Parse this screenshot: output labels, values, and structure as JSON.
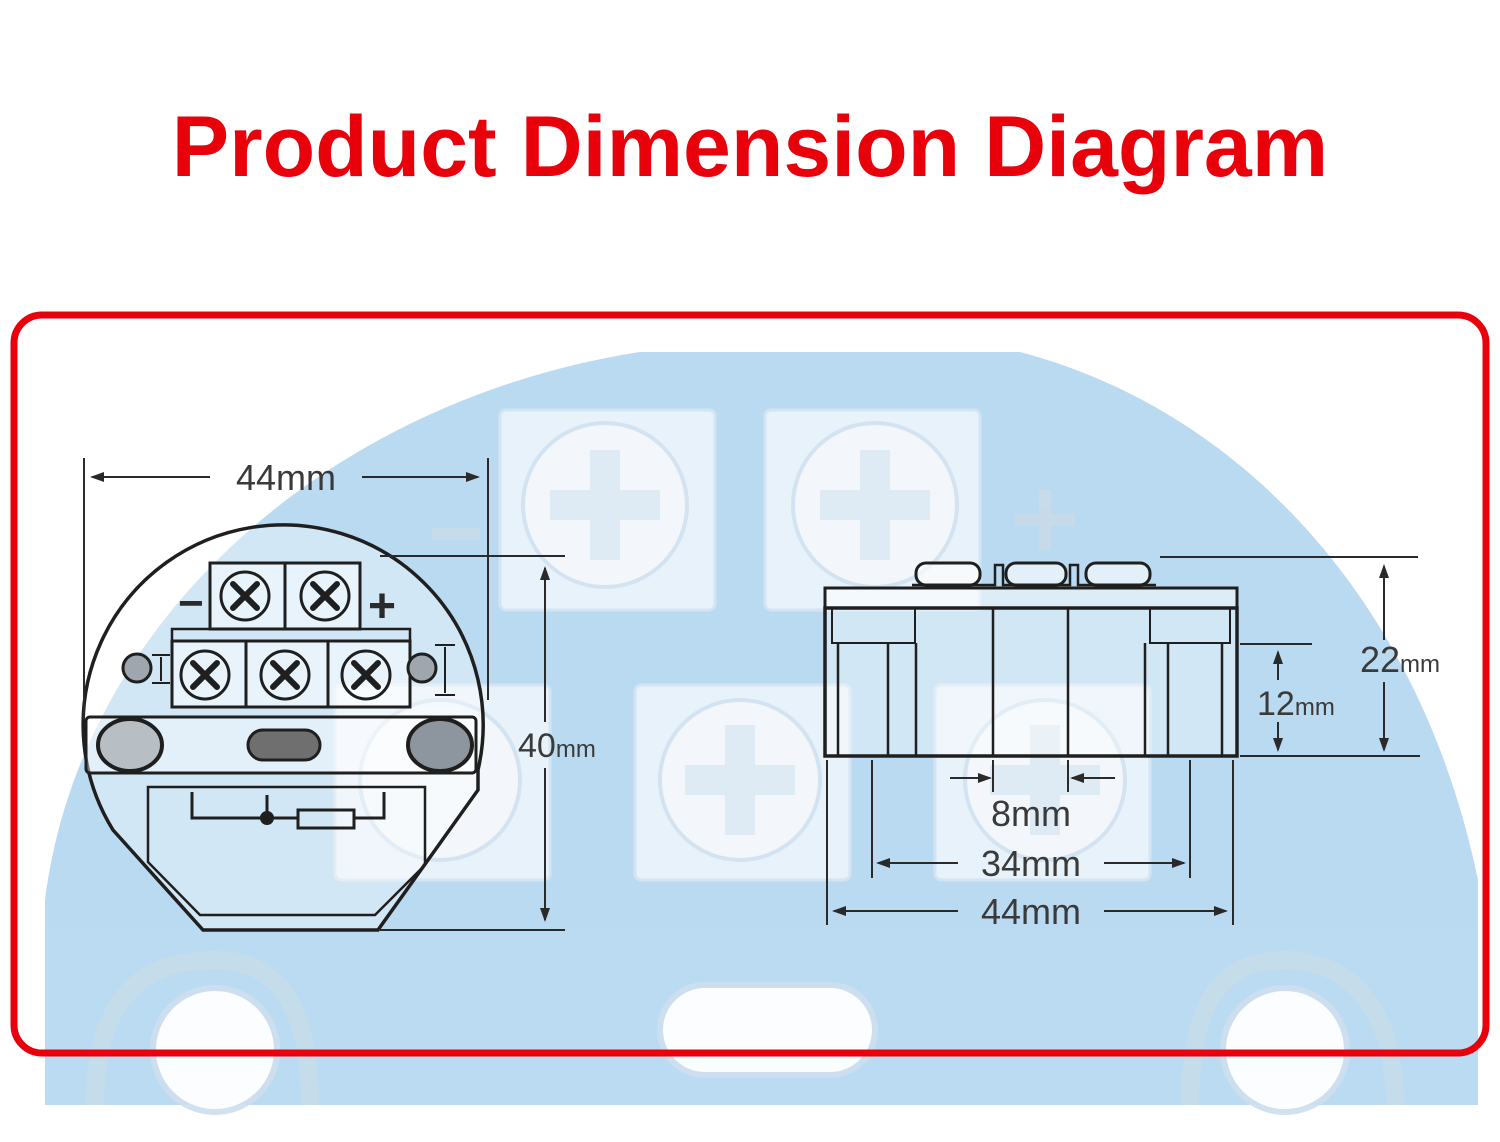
{
  "title": "Product Dimension Diagram",
  "colors": {
    "title": "#e8000b",
    "frame": "#e8000b",
    "background_device": "#a9d1ee",
    "line": "#1f1f1f"
  },
  "labels": {
    "front_width": {
      "value": "44",
      "unit": "mm"
    },
    "front_height": {
      "value": "40",
      "unit": "mm"
    },
    "side_height_total": {
      "value": "22",
      "unit": "mm"
    },
    "side_height_body": {
      "value": "12",
      "unit": "mm"
    },
    "side_gap": {
      "value": "8",
      "unit": "mm"
    },
    "side_inner_width": {
      "value": "34",
      "unit": "mm"
    },
    "side_outer_width": {
      "value": "44",
      "unit": "mm"
    },
    "terminal_minus": "−",
    "terminal_plus": "+"
  }
}
